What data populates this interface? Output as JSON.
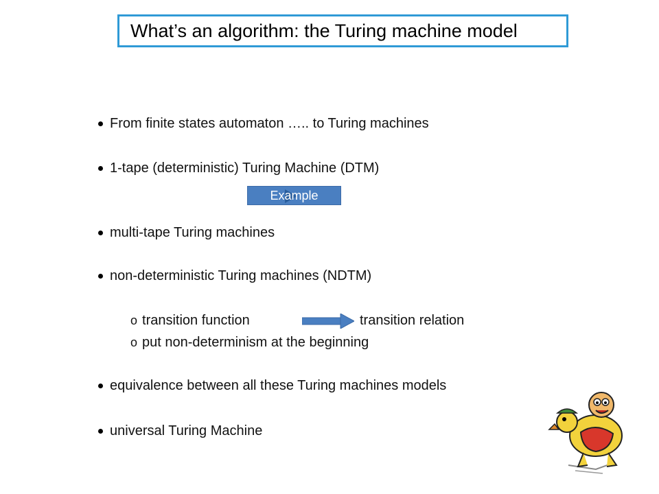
{
  "title": "What’s an algorithm: the Turing machine model",
  "bullets": [
    "From finite states automaton ….. to Turing machines",
    "1-tape (deterministic) Turing Machine  (DTM)",
    "multi-tape Turing machines",
    "non-deterministic Turing machines (NDTM)",
    "equivalence between all these Turing machines models",
    "universal Turing Machine"
  ],
  "example_button": {
    "label": "Example"
  },
  "sub_bullets": {
    "marker": "o",
    "item1_left": "transition function",
    "item1_right": "transition  relation",
    "item2": "put non-determinism at the beginning"
  },
  "colors": {
    "title_border": "#2f9ad6",
    "button_fill": "#4a7fc1",
    "arrow": "#4a7fc1"
  },
  "icons": [
    "play-icon",
    "right-arrow-icon",
    "cartoon-ducks-illustration"
  ]
}
